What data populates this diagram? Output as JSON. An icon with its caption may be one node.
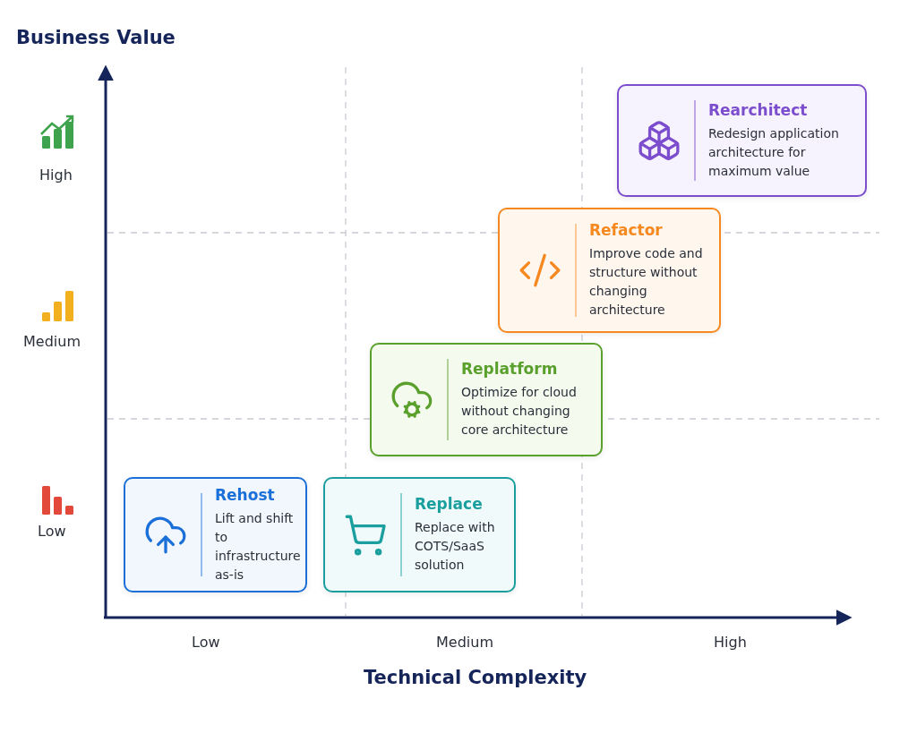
{
  "diagram": {
    "nodes": [
      {
        "text": [
          "Rearchitect",
          "Redesign application architecture for maximum value"
        ]
      },
      {
        "text": [
          "Refactor",
          "Improve code and structure without changing architecture"
        ]
      },
      {
        "text": [
          "Replatform",
          "Optimize for cloud without changing core architecture"
        ]
      },
      {
        "text": [
          "Rehost",
          "Lift and shift to infrastructure as-is"
        ]
      },
      {
        "text": [
          "Replace",
          "Replace with COTS/SaaS solution"
        ]
      }
    ],
    "labels": [
      "Business Value",
      "High",
      "Medium",
      "Low",
      "Low",
      "Medium",
      "High",
      "Technical Complexity"
    ]
  }
}
